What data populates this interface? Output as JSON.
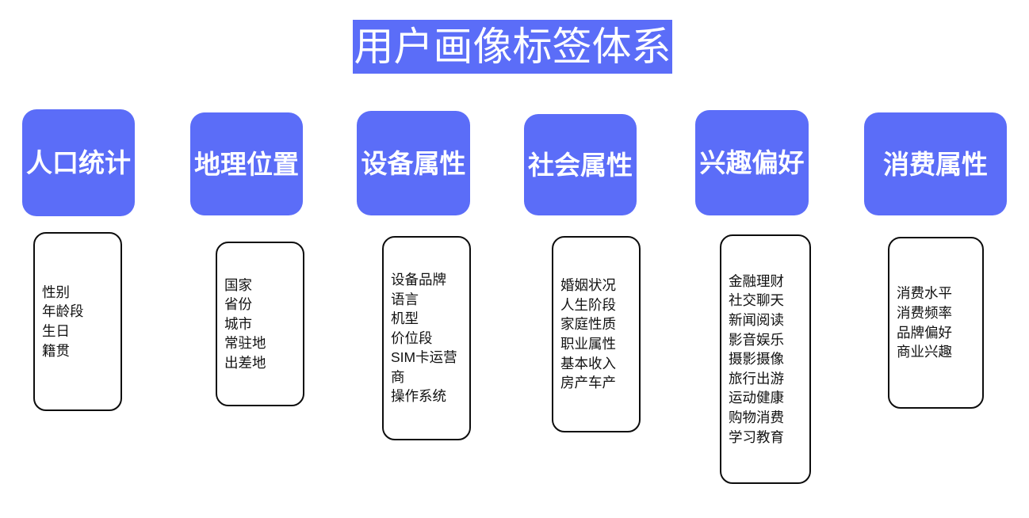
{
  "title": {
    "text": "用户画像标签体系",
    "band_color": "#5b6df8",
    "text_color": "#ffffff"
  },
  "theme": {
    "accent": "#5b6df8",
    "box_border": "#0d0d0d",
    "background": "#ffffff",
    "text": "#111111"
  },
  "columns": [
    {
      "category": "人口统计",
      "items": [
        "性别",
        "年龄段",
        "生日",
        "籍贯"
      ]
    },
    {
      "category": "地理位置",
      "items": [
        "国家",
        "省份",
        "城市",
        "常驻地",
        "出差地"
      ]
    },
    {
      "category": "设备属性",
      "items": [
        "设备品牌",
        "语言",
        "机型",
        "价位段",
        "SIM卡运营商",
        "操作系统"
      ]
    },
    {
      "category": "社会属性",
      "items": [
        "婚姻状况",
        "人生阶段",
        "家庭性质",
        "职业属性",
        "基本收入",
        "房产车产"
      ]
    },
    {
      "category": "兴趣偏好",
      "items": [
        "金融理财",
        "社交聊天",
        "新闻阅读",
        "影音娱乐",
        "摄影摄像",
        "旅行出游",
        "运动健康",
        "购物消费",
        "学习教育"
      ]
    },
    {
      "category": "消费属性",
      "items": [
        "消费水平",
        "消费频率",
        "品牌偏好",
        "商业兴趣"
      ]
    }
  ]
}
